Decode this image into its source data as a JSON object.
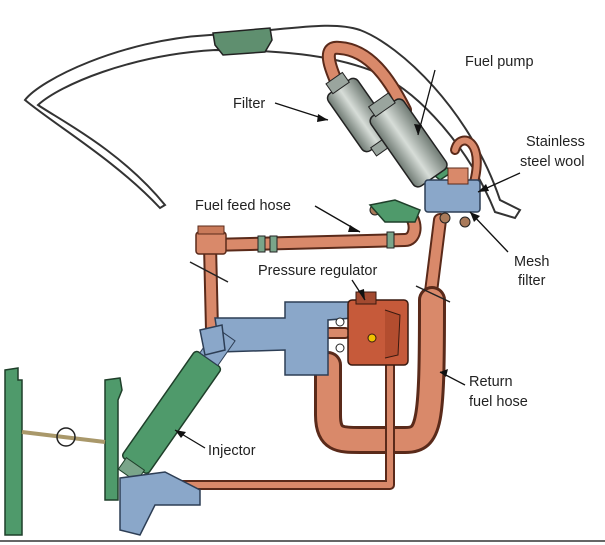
{
  "labels": {
    "fuel_pump": "Fuel pump",
    "filter": "Filter",
    "stainless_1": "Stainless",
    "stainless_2": "steel wool",
    "fuel_feed_hose": "Fuel feed hose",
    "mesh_1": "Mesh",
    "mesh_2": "filter",
    "pressure_regulator": "Pressure regulator",
    "return_1": "Return",
    "return_2": "fuel hose",
    "injector": "Injector"
  },
  "colors": {
    "hose": "#d9896a",
    "hose_edge": "#5a2a1a",
    "housing": "#8aa7c9",
    "green": "#4f9a6b",
    "regulator": "#c65a3a",
    "cylinder": "#9aa59e"
  }
}
